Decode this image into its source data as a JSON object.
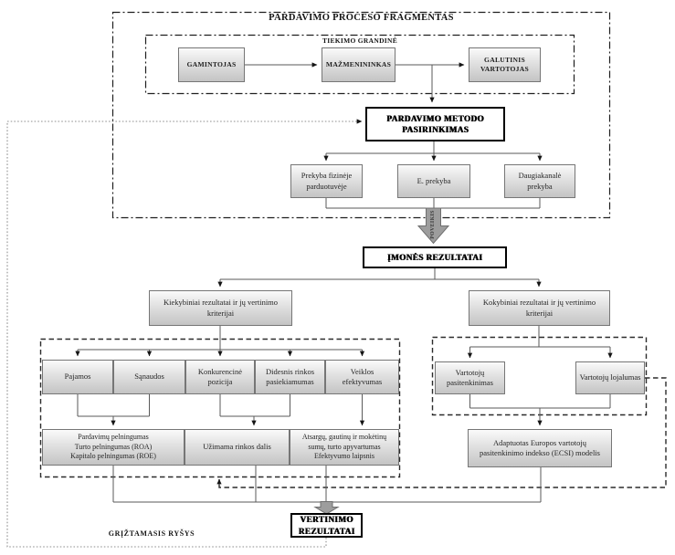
{
  "title": "PARDAVIMO PROCESO FRAGMENTAS",
  "feedback_label": "GRĮŽTAMASIS RYŠYS",
  "impact_arrow_label": "POVEIKIS",
  "supply_chain": {
    "label": "TIEKIMO GRANDINĖ",
    "producer": "GAMINTOJAS",
    "retailer": "MAŽMENININKAS",
    "end_consumer": "GALUTINIS\nVARTOTOJAS"
  },
  "method_selection": {
    "title": "PARDAVIMO METODO\nPASIRINKIMAS",
    "physical": "Prekyba fizinėje\nparduotuvėje",
    "ecommerce": "E. prekyba",
    "multichannel": "Daugiakanalė\nprekyba"
  },
  "company_results": "ĮMONĖS REZULTATAI",
  "quantitative": {
    "header": "Kiekybiniai rezultatai ir jų vertinimo\nkriterijai",
    "criteria": [
      "Pajamos",
      "Sąnaudos",
      "Konkurencinė\npozicija",
      "Didesnis rinkos\npasiekiamumas",
      "Veiklos\nefektyvumas"
    ],
    "measures": [
      "Pardavimų pelningumas\nTurto pelningumas (ROA)\nKapitalo pelningumas (ROE)",
      "Užimama rinkos dalis",
      "Atsargų, gautinų ir mokėtinų\nsumų, turto apyvartumas\nEfektyvumo laipsnis"
    ]
  },
  "qualitative": {
    "header": "Kokybiniai rezultatai ir jų vertinimo\nkriterijai",
    "criteria": [
      "Vartotojų\npasitenkinimas",
      "Vartotojų lojalumas"
    ],
    "measure": "Adaptuotas Europos vartotojų\npasitenkinimo indekso (ECSI) modelis"
  },
  "evaluation_results": "VERTINIMO\nREZULTATAI"
}
